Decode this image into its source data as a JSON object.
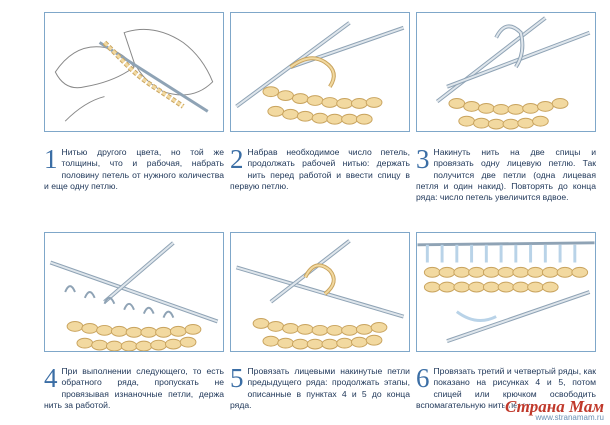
{
  "steps": [
    {
      "number": "1",
      "text": "Нитью другого цвета, но той же толщины, что и рабочая, набрать половину петель от нужного количества и еще одну петлю."
    },
    {
      "number": "2",
      "text": "Набрав необходимое число петель, продолжать рабочей нитью: держать нить перед работой и ввести спицу в первую петлю."
    },
    {
      "number": "3",
      "text": "Накинуть нить на две спицы и провязать одну лицевую петлю. Так получится две петли (одна лицевая петля и один накид). Повторять до конца ряда: число петель увеличится вдвое."
    },
    {
      "number": "4",
      "text": "При выполнении следующего, то есть обратного ряда, пропускать не провязывая изнаночные петли, держа нить за работой."
    },
    {
      "number": "5",
      "text": "Провязать лицевыми накинутые петли предыдущего ряда: продолжать этапы, описанные в пунктах 4 и 5 до конца ряда."
    },
    {
      "number": "6",
      "text": "Провязать третий и четвертый ряды, как показано на рисунках 4 и 5, потом спицей или крючком освободить вспомагательную нить петлю."
    }
  ],
  "watermark": {
    "brand": "Страна Мам",
    "site": "www.stranamam.ru"
  },
  "colors": {
    "border": "#7fa7c9",
    "yarn": "#f2d9a0",
    "yarn_outline": "#c9a45f",
    "needle": "#dfe6ec",
    "needle_outline": "#8fa3b5",
    "contrast_yarn": "#b9d3e8",
    "text": "#1d3557",
    "number": "#3b6ea5"
  }
}
